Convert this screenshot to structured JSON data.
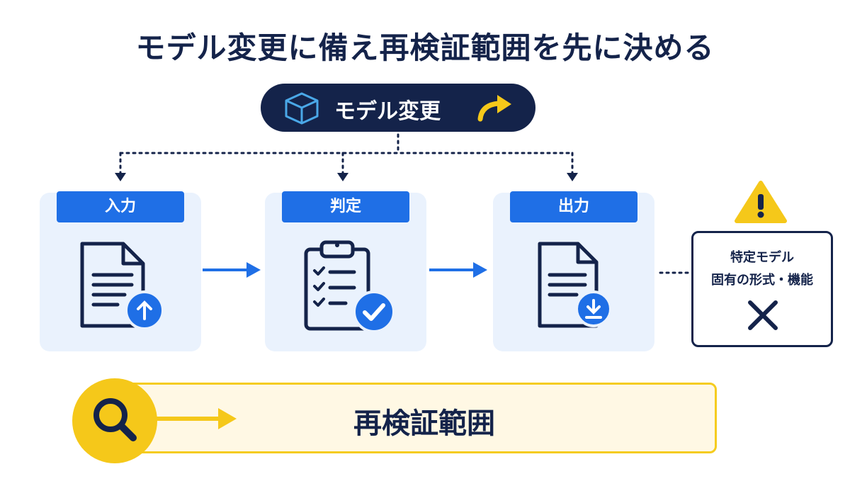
{
  "title": "モデル変更に備え再検証範囲を先に決める",
  "model_change": {
    "label": "モデル変更",
    "icons": [
      "cube-icon",
      "curved-arrow-icon"
    ]
  },
  "steps": [
    {
      "label": "入力",
      "icon": "document-upload-icon"
    },
    {
      "label": "判定",
      "icon": "clipboard-check-icon"
    },
    {
      "label": "出力",
      "icon": "document-download-icon"
    }
  ],
  "warning": {
    "line1": "特定モデル",
    "line2": "固有の形式・機能",
    "icons": [
      "warning-icon",
      "x-mark-icon"
    ]
  },
  "scope": {
    "label": "再検証範囲",
    "icon": "magnifier-icon"
  },
  "colors": {
    "navy": "#14234a",
    "blue": "#1f6fe6",
    "light_blue": "#eaf2fd",
    "yellow": "#f5c81a",
    "yellow_bg": "#fff8e4"
  }
}
